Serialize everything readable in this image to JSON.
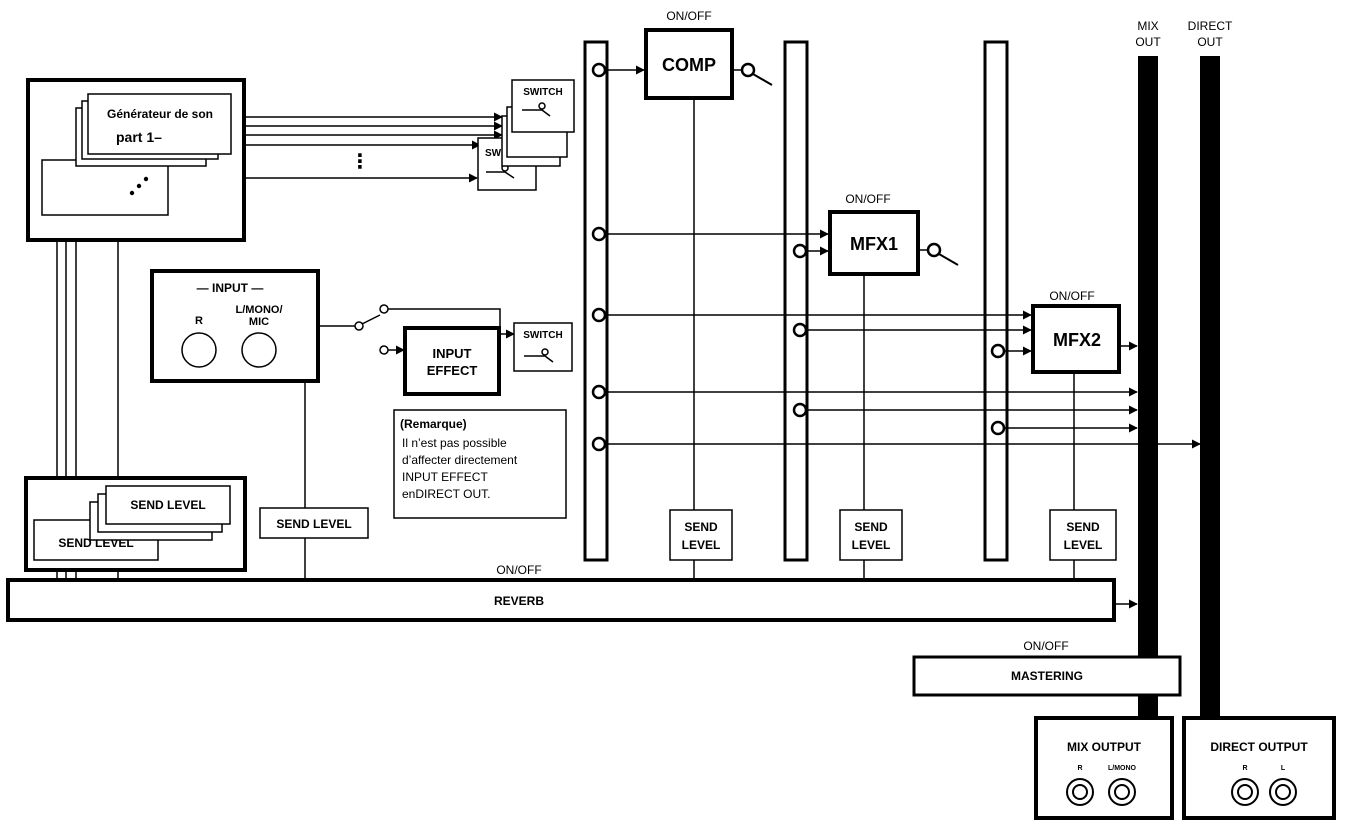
{
  "tone_generator": {
    "line1": "Générateur de son",
    "line2": "part 1–"
  },
  "switch_label": "SWITCH",
  "switch_partial": "SW",
  "input": {
    "header": "— INPUT —",
    "jack_r": "R",
    "jack_l_line1": "L/MONO/",
    "jack_l_line2": "MIC"
  },
  "input_effect": {
    "line1": "INPUT",
    "line2": "EFFECT"
  },
  "remark": {
    "title": "(Remarque)",
    "lines": [
      "Il n’est pas possible",
      "d’affecter directement",
      "INPUT EFFECT",
      "enDIRECT OUT."
    ]
  },
  "send_level": {
    "single": "SEND LEVEL",
    "line1": "SEND",
    "line2": "LEVEL"
  },
  "on_off": "ON/OFF",
  "effects": {
    "comp": "COMP",
    "mfx1": "MFX1",
    "mfx2": "MFX2",
    "reverb": "REVERB",
    "mastering": "MASTERING"
  },
  "buses": {
    "mix_out_line1": "MIX",
    "mix_out_line2": "OUT",
    "direct_out_line1": "DIRECT",
    "direct_out_line2": "OUT"
  },
  "mix_output": {
    "title": "MIX OUTPUT",
    "jack_r": "R",
    "jack_l": "L/MONO"
  },
  "direct_output": {
    "title": "DIRECT OUTPUT",
    "jack_r": "R",
    "jack_l": "L"
  },
  "ellipsis": "⋮"
}
